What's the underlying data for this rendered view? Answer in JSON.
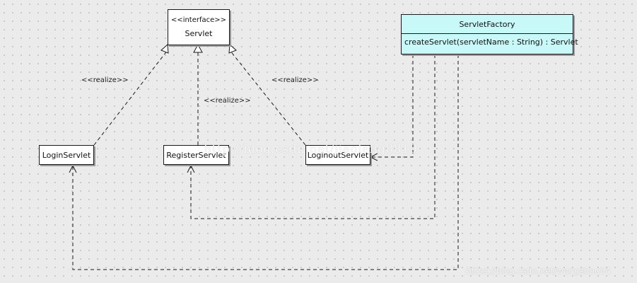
{
  "interface_box": {
    "stereotype": "<<interface>>",
    "name": "Servlet"
  },
  "factory_box": {
    "name": "ServletFactory",
    "operation": "createServlet(servletName : String) : Servlet"
  },
  "classes": {
    "login": "LoginServlet",
    "register": "RegisterServlet",
    "loginout": "LoginoutServlet"
  },
  "realize_labels": {
    "left": "<<realize>>",
    "middle": "<<realize>>",
    "right": "<<realize>>"
  },
  "watermarks": {
    "center": "http://blog.csdn.net/jiaoleng8810",
    "corner": "https://blog.csdn.net/wangshou84"
  },
  "colors": {
    "factory_fill": "#c8f8f8",
    "line": "#1a1a1a",
    "background": "#ebebeb"
  }
}
